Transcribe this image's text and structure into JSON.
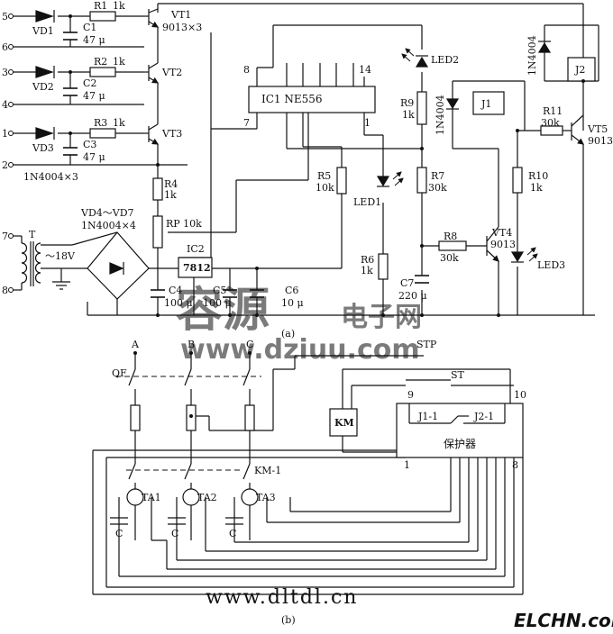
{
  "terminals": [
    "5",
    "6",
    "3",
    "4",
    "1",
    "2",
    "7",
    "8"
  ],
  "diodes": {
    "vd1": "VD1",
    "vd2": "VD2",
    "vd3": "VD3",
    "group": "1N4004×3",
    "bridge": "VD4～VD7",
    "bridge_part": "1N4004×4"
  },
  "resistors": {
    "r1": "R1",
    "r1_val": "1k",
    "r2": "R2",
    "r2_val": "1k",
    "r3": "R3",
    "r3_val": "1k",
    "r4": "R4",
    "r4_val": "1k",
    "r5": "R5",
    "r5_val": "10k",
    "r6": "R6",
    "r6_val": "1k",
    "r7": "R7",
    "r7_val": "30k",
    "r8": "R8",
    "r8_val": "30k",
    "r9": "R9",
    "r9_val": "1k",
    "r10": "R10",
    "r10_val": "1k",
    "r11": "R11",
    "r11_val": "30k",
    "rp": "RP  10k"
  },
  "capacitors": {
    "c1": "C1",
    "c1_val": "47 μ",
    "c2": "C2",
    "c2_val": "47 μ",
    "c3": "C3",
    "c3_val": "47 μ",
    "c4": "C4",
    "c4_val": "100 μ",
    "c5": "C5",
    "c5_val": "100 μ",
    "c6": "C6",
    "c6_val": "10 μ",
    "c7": "C7",
    "c7_val": "220 μ",
    "c_generic": "C"
  },
  "transistors": {
    "vt1": "VT1",
    "vt1_part": "9013×3",
    "vt2": "VT2",
    "vt3": "VT3",
    "vt4": "VT4",
    "vt4_part": "9013",
    "vt5": "VT5",
    "vt5_part": "9013"
  },
  "ic": {
    "ic1": "IC1  NE556",
    "ic1_pin8": "8",
    "ic1_pin14": "14",
    "ic1_pin7": "7",
    "ic1_pin1": "1",
    "ic2": "IC2",
    "ic2_part": "7812"
  },
  "transformer": {
    "label": "T",
    "voltage": "～18V"
  },
  "leds": {
    "led1": "LED1",
    "led2": "LED2",
    "led3": "LED3"
  },
  "relays": {
    "j1": "J1",
    "j2": "J2",
    "diode_part": "1N4004"
  },
  "labels": {
    "part_a": "(a)",
    "part_b": "(b)"
  },
  "diagram_b": {
    "phase_a": "A",
    "phase_b": "B",
    "phase_c": "C",
    "qf": "QF",
    "stp": "STP",
    "st": "ST",
    "km": "KM",
    "km1": "KM-1",
    "ta1": "TA1",
    "ta2": "TA2",
    "ta3": "TA3",
    "protector": "保护器",
    "pin9": "9",
    "pin10": "10",
    "pin1": "1",
    "pin8": "8",
    "j1_1": "J1-1",
    "j2_1": "J2-1"
  },
  "watermarks": {
    "brand_cn1": "容源",
    "brand_cn2": "电子网",
    "url1": "www.dziuu.com",
    "url2": "www.dltdl.cn",
    "logo": "ELCHN.com"
  }
}
